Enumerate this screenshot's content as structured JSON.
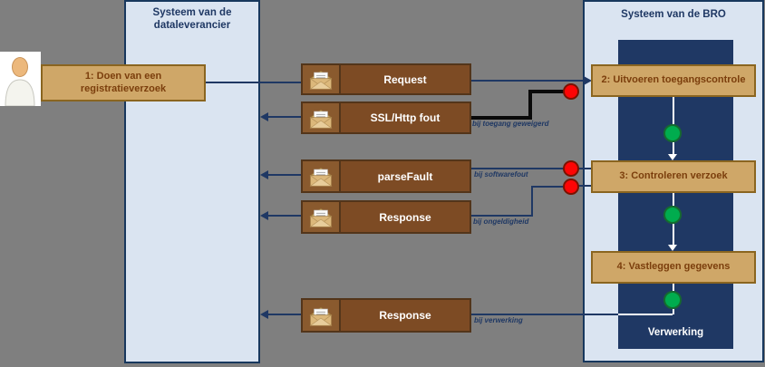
{
  "panels": {
    "dataleverancier": {
      "title": "Systeem van de dataleverancier"
    },
    "bro": {
      "title": "Systeem van de BRO",
      "process_label": "Verwerking"
    }
  },
  "steps": [
    {
      "label": "1: Doen van een registratieverzoek"
    },
    {
      "label": "2: Uitvoeren toegangscontrole"
    },
    {
      "label": "3: Controleren verzoek"
    },
    {
      "label": "4: Vastleggen gegevens"
    }
  ],
  "messages": [
    {
      "label": "Request",
      "condition": ""
    },
    {
      "label": "SSL/Http fout",
      "condition": "bij toegang geweigerd"
    },
    {
      "label": "parseFault",
      "condition": "bij softwarefout"
    },
    {
      "label": "Response",
      "condition": "bij ongeldigheid"
    },
    {
      "label": "Response",
      "condition": "bij verwerking"
    }
  ],
  "icons": {
    "actor": "person-icon",
    "message": "envelope-icon",
    "error": "error-dot",
    "success": "success-dot"
  },
  "colors": {
    "background": "#7f7f7f",
    "panel_fill": "#dae4f1",
    "panel_border": "#17375d",
    "navy": "#1f3864",
    "step_fill": "#cfa768",
    "step_border": "#8a6520",
    "step_text": "#7b3e0c",
    "message_fill": "#7d4b24",
    "message_border": "#53351a",
    "error_dot": "#fe0505",
    "success_dot": "#00ac4e"
  }
}
